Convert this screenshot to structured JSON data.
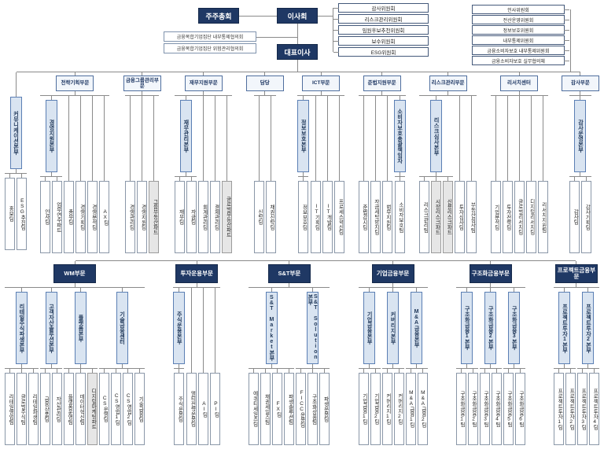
{
  "colors": {
    "navy": "#1f3864",
    "light_blue": "#d9e4f1",
    "part_gray": "#e6e6e6",
    "line": "#8a8a8a"
  },
  "top": {
    "shareholders": "주주총회",
    "board": "이사회",
    "ceo": "대표이사",
    "left_councils": [
      "금융복합기업집단 내부통제협의회",
      "금융복합기업집단 위험관리협의회"
    ],
    "board_committees": [
      "감사위원회",
      "리스크관리위원회",
      "임원후보추천위원회",
      "보수위원회",
      "ESG위원회"
    ],
    "right_committees": [
      "인사위원회",
      "전산운영위원회",
      "정보보호위원회",
      "내부통제위원회",
      "금융소비자보호 내부통제위원회",
      "금융소비자보호 실무협의체"
    ]
  },
  "row1": [
    {
      "header": null,
      "units": [
        {
          "hq": "커뮤니케이션본부",
          "teams": [
            "홍보팀",
            "ESG추진팀"
          ]
        }
      ]
    },
    {
      "header": "전략기획부문",
      "units": [
        {
          "hq": "경영지원본부",
          "teams": [
            "인사팀",
            "업무연수파트"
          ]
        },
        {
          "team": "총무팀"
        },
        {
          "team": "경영기획팀"
        },
        {
          "team": "경영분석팀"
        },
        {
          "team": "AX팀"
        }
      ]
    },
    {
      "header": "금융그룹관리부문",
      "units": [
        {
          "team": "경영관리팀"
        },
        {
          "team": "경영지원팀"
        },
        {
          "part": "그룹부동산파트"
        }
      ]
    },
    {
      "header": "재무지원부문",
      "units": [
        {
          "hq": "재무관리본부",
          "teams": [
            "재무팀",
            "자금팀"
          ]
        },
        {
          "team": "회계관리팀"
        },
        {
          "team": "결제관리팀"
        },
        {
          "part": "글로벌부동산파트"
        }
      ]
    },
    {
      "header": "담당",
      "units": [
        {
          "team": "신탁팀"
        },
        {
          "team": "채권신탁팀"
        }
      ]
    },
    {
      "header": "ICT부문",
      "units": [
        {
          "hq": "정보보호본부",
          "teams": [
            "정보보호팀"
          ]
        },
        {
          "team": "IT기획팀"
        },
        {
          "team": "IT개발팀"
        },
        {
          "team": "프로세스혁신팀"
        }
      ]
    },
    {
      "header": "준법지원부문",
      "units": [
        {
          "team": "준법감시팀"
        },
        {
          "team": "자금세탁방지팀"
        },
        {
          "team": "법무지원팀"
        },
        {
          "hq": "소비자보호총괄책임자",
          "teams": [
            "소비자보호팀"
          ]
        }
      ]
    },
    {
      "header": "리스크관리부문",
      "units": [
        {
          "hq": "리스크심사본부",
          "teams": [
            "리스크관리팀",
            {
              "label": "시장리스크파트",
              "part": true
            },
            {
              "label": "신용리스크파트",
              "part": true
            }
          ]
        },
        {
          "team": "투자심사팀"
        },
        {
          "team": "부동산심사팀"
        }
      ]
    },
    {
      "header": "리서치센터",
      "units": [
        {
          "team": "기업분석팀"
        },
        {
          "team": "투자전략팀"
        },
        {
          "team": "글로벌리서치팀"
        },
        {
          "team": "디지털리서치팀"
        },
        {
          "team": "리서치지원팀"
        }
      ]
    },
    {
      "header": "감사부문",
      "units": [
        {
          "hq": "감사운영본부",
          "teams": [
            "감사팀",
            "감사기획팀"
          ]
        }
      ]
    }
  ],
  "row2": [
    {
      "header": "WM부문",
      "units": [
        {
          "hq": "리테일주식파생본부",
          "teams": [
            "리테일영업팀",
            "글로벌주식팀",
            "리테일파생팀"
          ]
        },
        {
          "hq": "고객자산솔루션본부",
          "teams": [
            "금융상품팀",
            "자산관리팀"
          ]
        },
        {
          "hq": "플랫폼본부",
          "teams": [
            "플랫폼운영팀",
            "데이터혁신팀",
            {
              "label": "디지털마케팅파트",
              "part": true
            }
          ]
        },
        {
          "hq": "기술금융센터",
          "teams": [
            "CS운영팀",
            "CS영업1팀",
            "CS영업2팀",
            "기술금융팀"
          ]
        }
      ]
    },
    {
      "header": "투자운용부문",
      "units": [
        {
          "hq": "주식운용본부",
          "teams": [
            "주식운용팀"
          ]
        },
        {
          "team": "멀티전략운용팀"
        },
        {
          "team": "AI팀"
        },
        {
          "team": "PI팀"
        }
      ]
    },
    {
      "header": "S&T부문",
      "units": [
        {
          "hq": "S&T Market본부",
          "teams": [
            "에쿼티세일즈팀",
            "채권세일즈팀",
            "FX팀",
            "파생솔루션팀"
          ]
        },
        {
          "hq": "S&T Solution본부",
          "teams": [
            "FICC운용팀",
            "구조화상품팀",
            "파생운용팀"
          ]
        }
      ]
    },
    {
      "header": "기업금융부문",
      "units": [
        {
          "hq": "기업금융본부",
          "teams": [
            "기업금융1팀",
            "기업금융2팀"
          ]
        },
        {
          "hq": "커버리지본부",
          "teams": [
            "커버리지1팀",
            "커버리지2팀"
          ]
        },
        {
          "hq": "M&A금융본부",
          "teams": [
            "M&A금융1팀",
            "M&A금융2팀"
          ]
        }
      ]
    },
    {
      "header": "구조화금융부문",
      "units": [
        {
          "hq": "구조화금융1본부",
          "teams": [
            "구조화금융1팀",
            "구조화금융2팀"
          ]
        },
        {
          "hq": "구조화금융2본부",
          "teams": [
            "구조화금융3팀",
            "구조화금융4팀"
          ]
        },
        {
          "hq": "구조화금융3본부",
          "teams": [
            "구조화금융5팀",
            "구조화금융6팀"
          ]
        }
      ]
    },
    {
      "header": "프로젝트금융부문",
      "units": [
        {
          "hq": "프로젝트투자1본부",
          "teams": [
            "프로젝트투자1팀",
            "프로젝트투자2팀"
          ]
        },
        {
          "hq": "프로젝트투자2본부",
          "teams": [
            "프로젝트투자3팀",
            "프로젝트투자4팀"
          ]
        }
      ]
    }
  ]
}
